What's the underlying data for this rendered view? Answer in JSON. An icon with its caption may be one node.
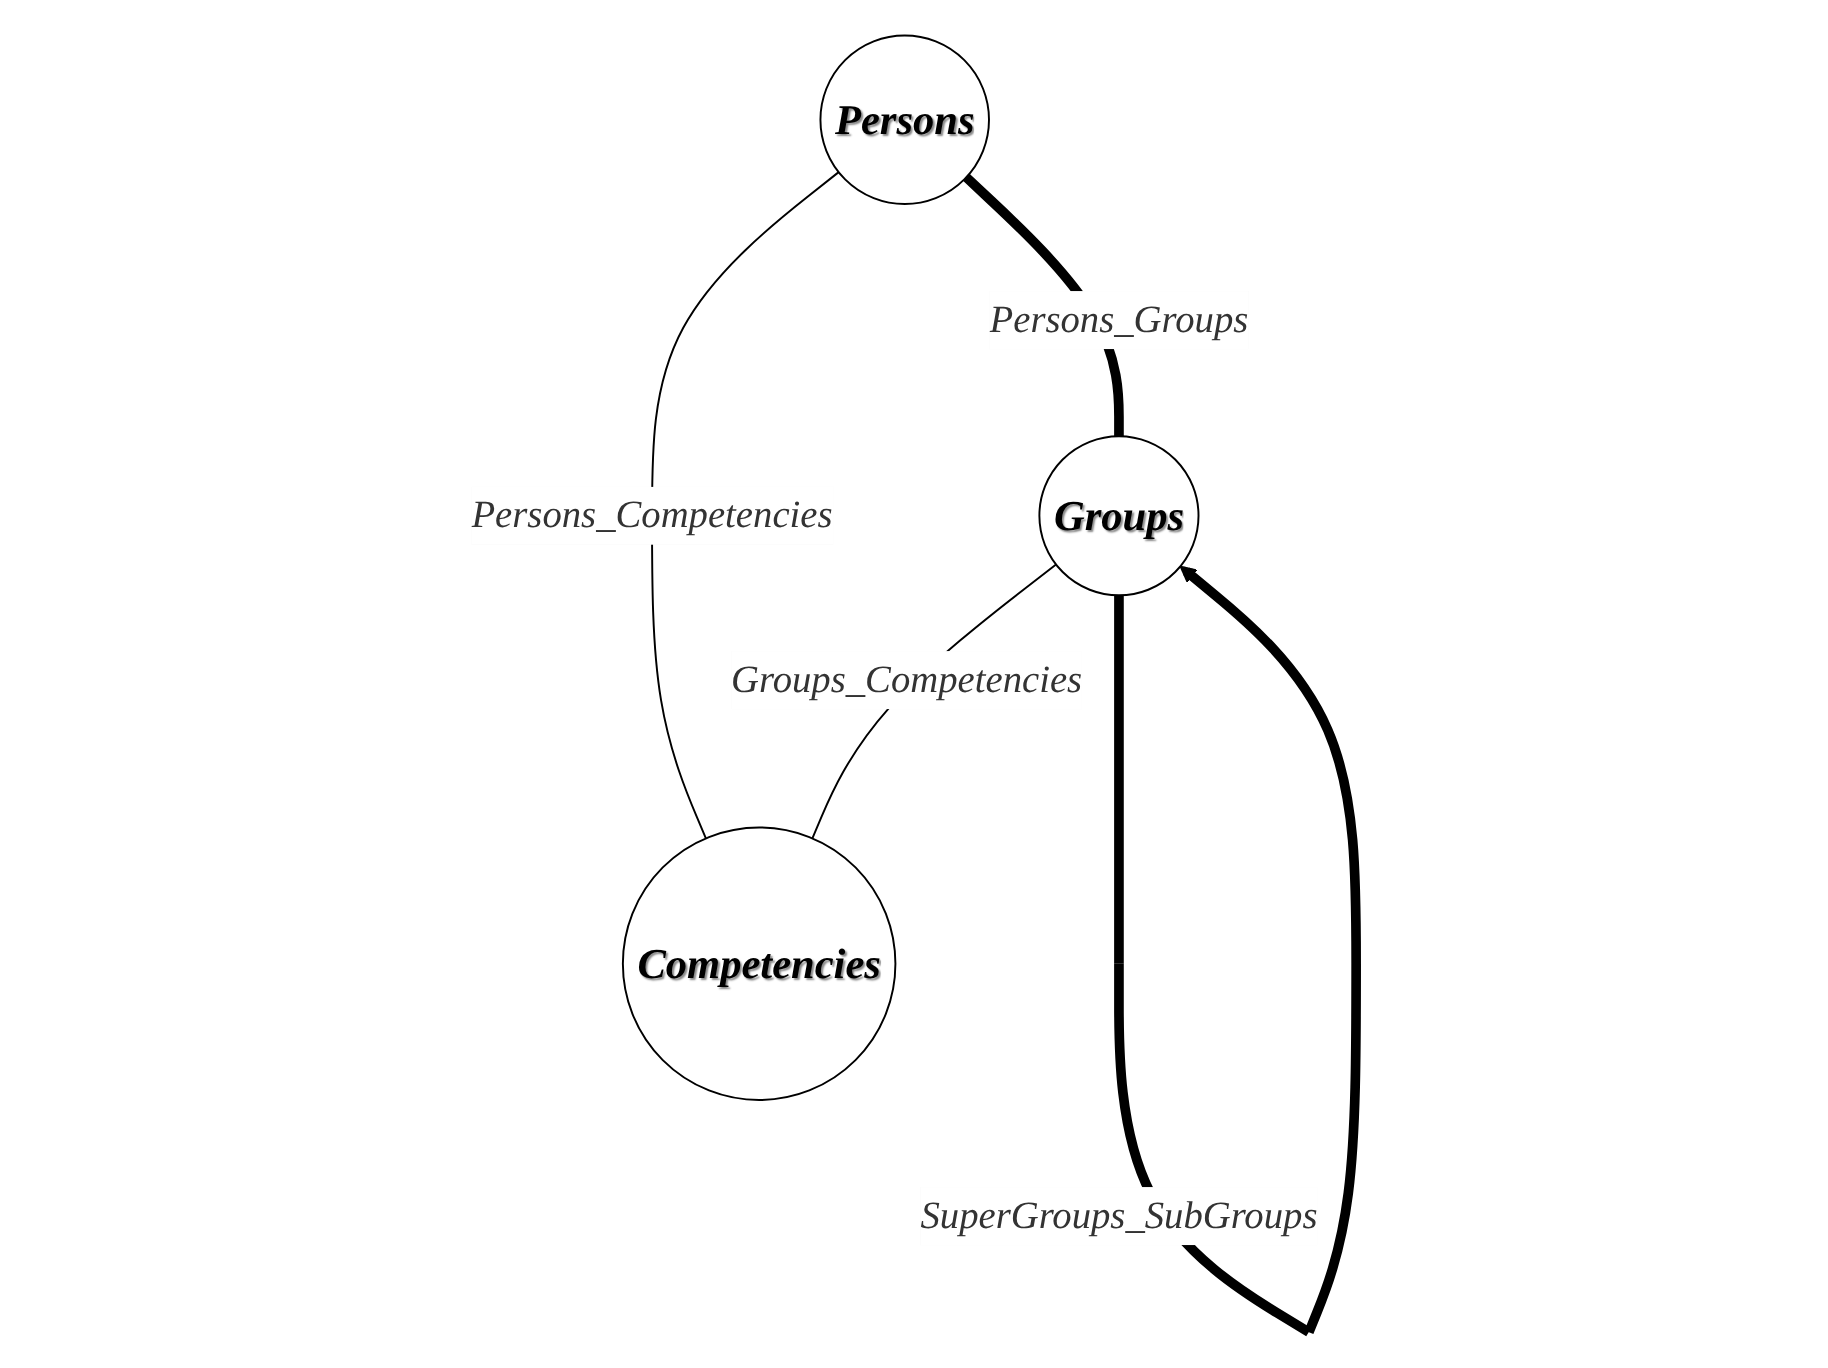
{
  "diagram": {
    "nodes": [
      {
        "text": [
          "Persons"
        ]
      },
      {
        "text": [
          "Competencies"
        ]
      },
      {
        "text": [
          "Groups"
        ]
      }
    ],
    "edges": [
      {
        "from": 0,
        "to": 1,
        "arrow": "none",
        "label": "Persons_Competencies"
      },
      {
        "from": 0,
        "to": 2,
        "arrow": "none",
        "label": "Persons_Groups",
        "style": "thick"
      },
      {
        "from": 2,
        "to": 1,
        "arrow": "none",
        "label": "Groups_Competencies"
      },
      {
        "from": 2,
        "to": 2,
        "arrow": "to",
        "label": "SuperGroups_SubGroups",
        "style": "thick"
      }
    ]
  }
}
